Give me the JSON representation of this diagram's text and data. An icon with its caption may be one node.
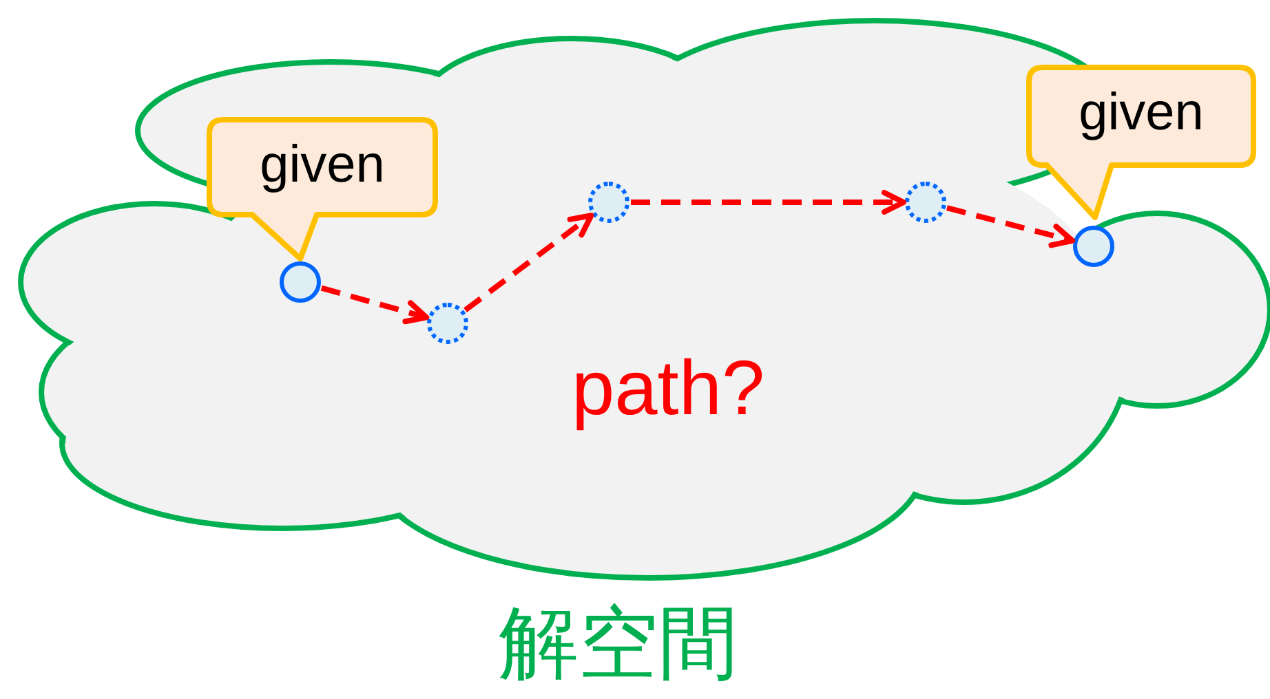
{
  "diagram": {
    "nodes": [
      {
        "text": [
          "path?"
        ],
        "beside": [
          "解空間"
        ]
      },
      {
        "text": [
          "given"
        ],
        "in": 0
      },
      {
        "text": [],
        "shape": "circle",
        "in": 0
      },
      {
        "text": [],
        "shape": "circle",
        "in": 0
      },
      {
        "text": [],
        "shape": "circle",
        "in": 0
      },
      {
        "text": [],
        "shape": "circle",
        "in": 0
      },
      {
        "text": [],
        "shape": "circle",
        "in": 0
      },
      {
        "text": [
          "given"
        ],
        "in": 0
      }
    ],
    "edges": [
      {
        "from": 2,
        "to": 3,
        "arrow": "to",
        "style": "dashed"
      },
      {
        "from": 3,
        "to": 4,
        "arrow": "to",
        "style": "dashed"
      },
      {
        "from": 4,
        "to": 5,
        "arrow": "to",
        "style": "dashed"
      },
      {
        "from": 5,
        "to": 6,
        "arrow": "to",
        "style": "dashed"
      }
    ]
  }
}
